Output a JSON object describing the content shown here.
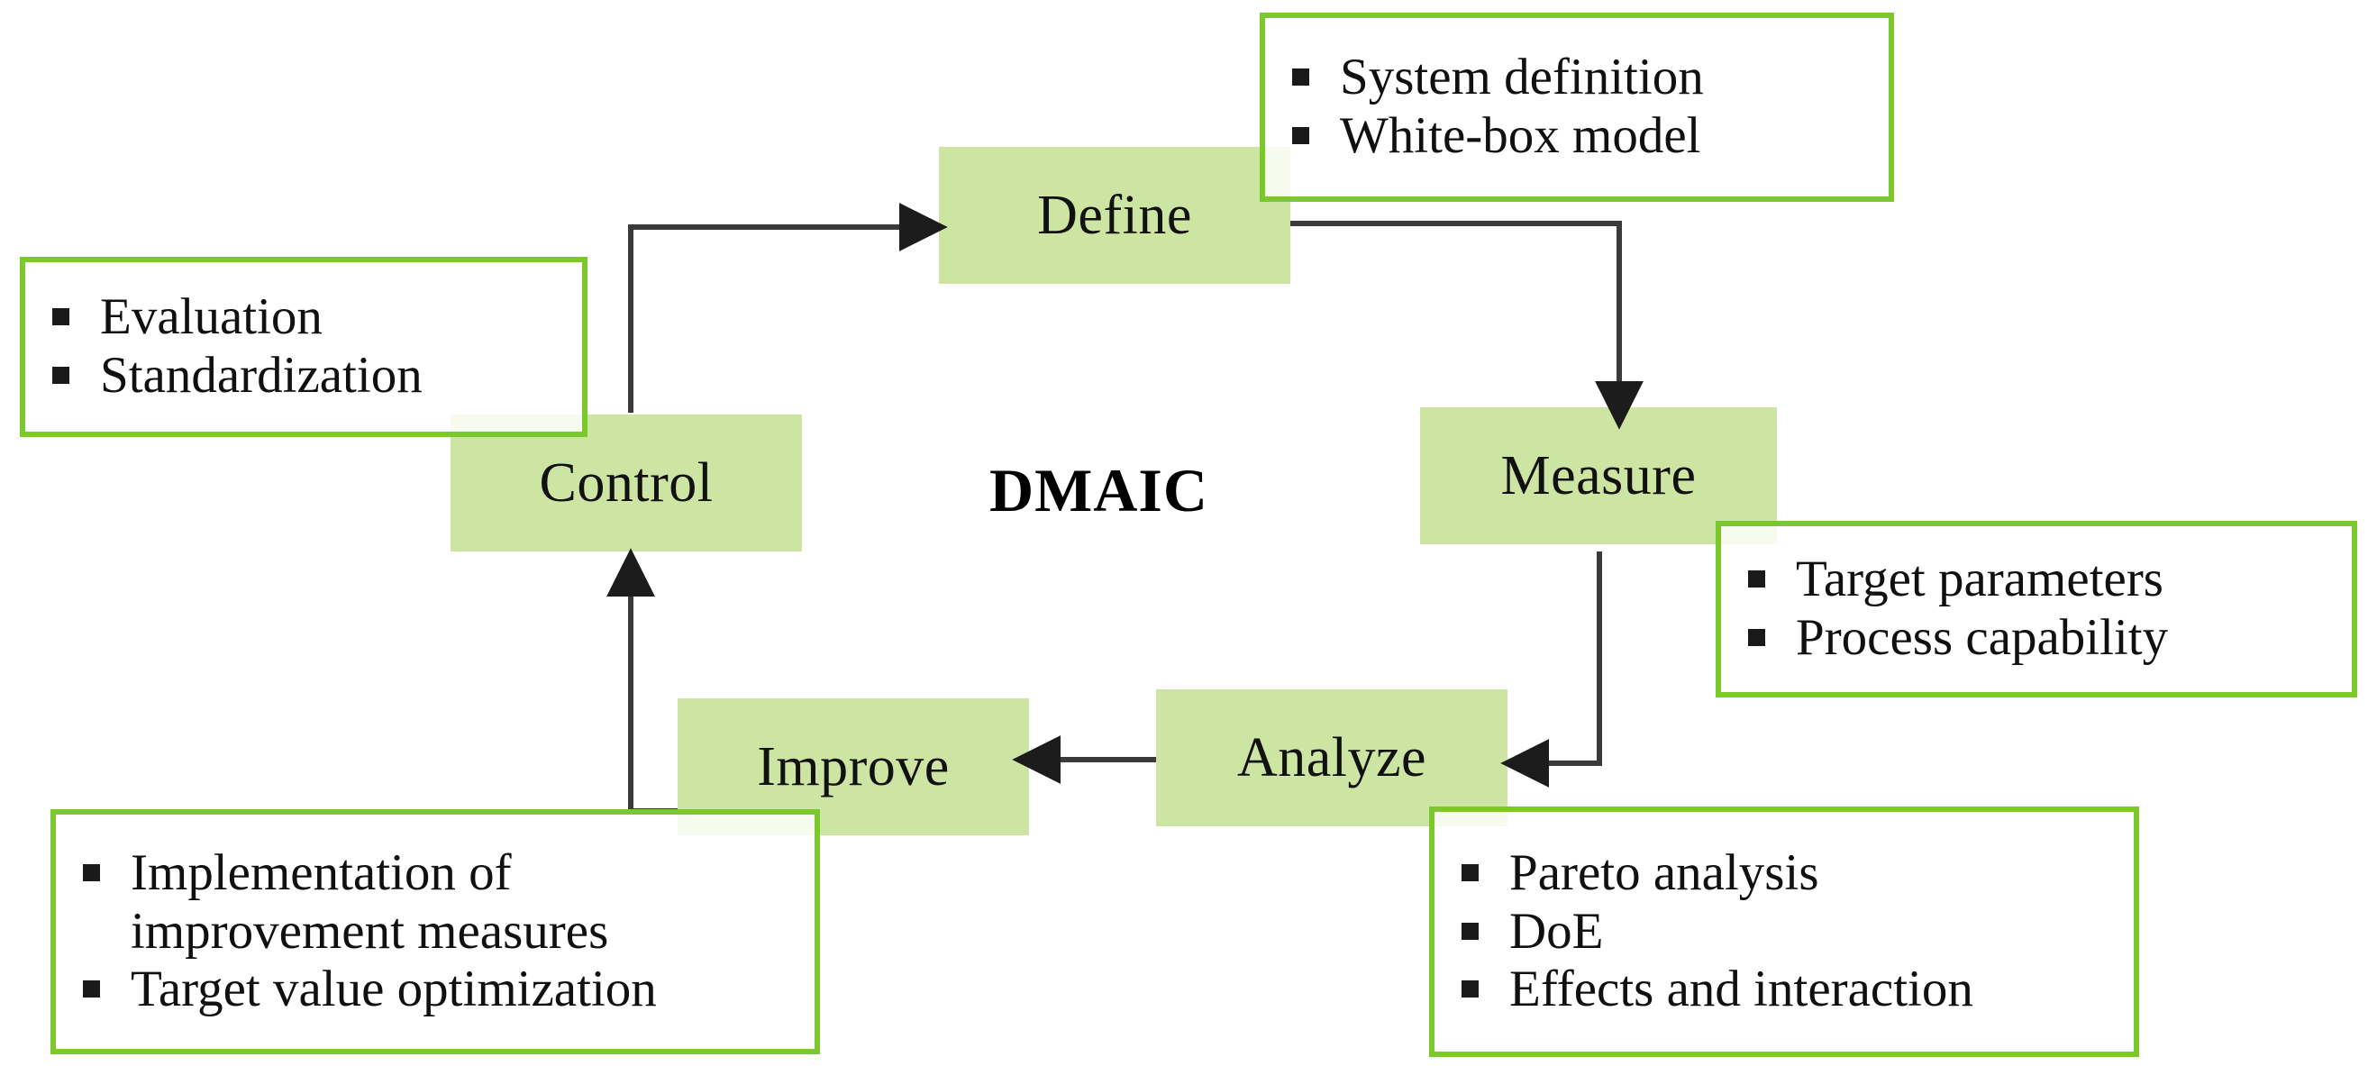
{
  "diagram": {
    "title": "DMAIC",
    "type": "cycle-flowchart",
    "colors": {
      "stage_fill": "#cde5a2",
      "callout_border": "#7bc82c",
      "connector": "#3a3a3a",
      "text": "#101010"
    },
    "stages": [
      {
        "id": "define",
        "label": "Define"
      },
      {
        "id": "measure",
        "label": "Measure"
      },
      {
        "id": "analyze",
        "label": "Analyze"
      },
      {
        "id": "improve",
        "label": "Improve"
      },
      {
        "id": "control",
        "label": "Control"
      }
    ],
    "flow": [
      {
        "from": "Control",
        "to": "Define"
      },
      {
        "from": "Define",
        "to": "Measure"
      },
      {
        "from": "Measure",
        "to": "Analyze"
      },
      {
        "from": "Analyze",
        "to": "Improve"
      },
      {
        "from": "Improve",
        "to": "Control"
      }
    ],
    "callouts": {
      "define": {
        "stage": "Define",
        "items": [
          "System definition",
          "White-box model"
        ]
      },
      "measure": {
        "stage": "Measure",
        "items": [
          "Target parameters",
          "Process capability"
        ]
      },
      "analyze": {
        "stage": "Analyze",
        "items": [
          "Pareto analysis",
          "DoE",
          "Effects and interaction"
        ]
      },
      "improve": {
        "stage": "Improve",
        "items": [
          "Implementation of\nimprovement measures",
          "Target value optimization"
        ]
      },
      "control": {
        "stage": "Control",
        "items": [
          "Evaluation",
          "Standardization"
        ]
      }
    }
  }
}
